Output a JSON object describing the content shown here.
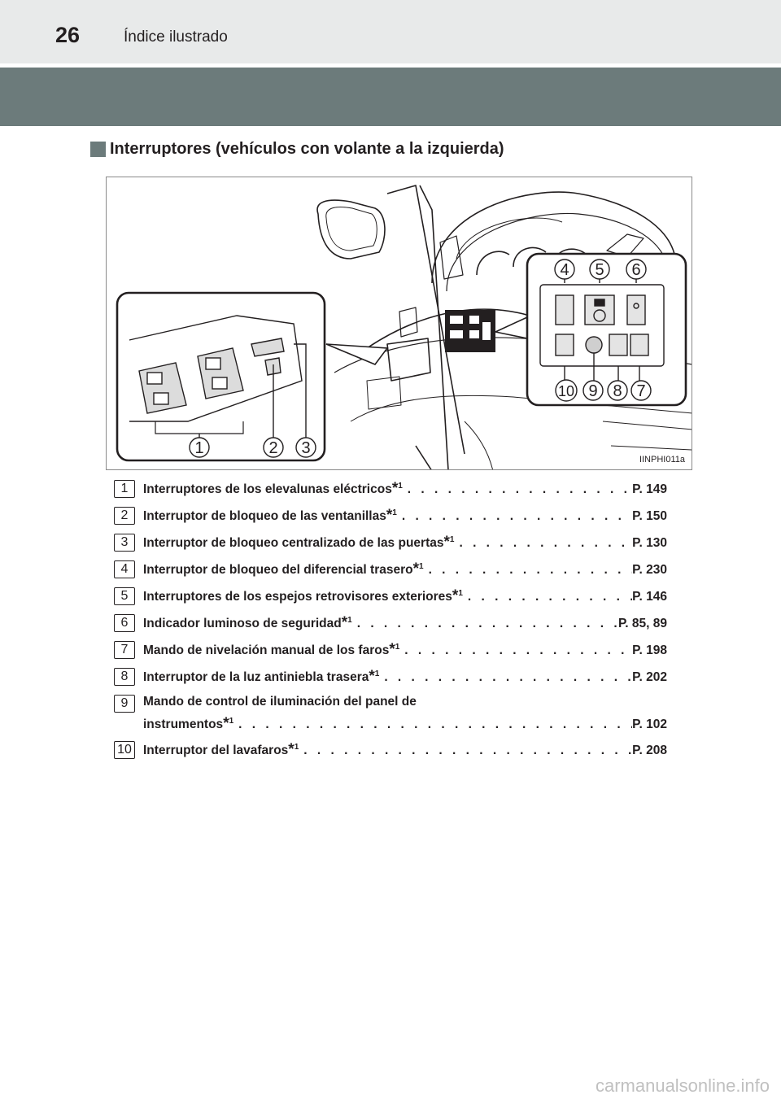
{
  "header": {
    "page_number": "26",
    "running_head": "Índice ilustrado"
  },
  "section": {
    "title": "Interruptores (vehículos con volante a la izquierda)"
  },
  "figure": {
    "code": "IINPHI011a",
    "callouts": [
      "1",
      "2",
      "3",
      "4",
      "5",
      "6",
      "10",
      "9",
      "8",
      "7"
    ]
  },
  "items": [
    {
      "num": "1",
      "label": "Interruptores de los elevalunas eléctricos",
      "star": "*",
      "sup": "1",
      "page": "P. 149"
    },
    {
      "num": "2",
      "label": "Interruptor de bloqueo de las ventanillas",
      "star": "*",
      "sup": "1",
      "page": "P. 150"
    },
    {
      "num": "3",
      "label": "Interruptor de bloqueo centralizado de las puertas",
      "star": "*",
      "sup": "1",
      "page": "P. 130"
    },
    {
      "num": "4",
      "label": "Interruptor de bloqueo del diferencial trasero",
      "star": "*",
      "sup": "1",
      "page": "P. 230"
    },
    {
      "num": "5",
      "label": "Interruptores de los espejos retrovisores exteriores",
      "star": "*",
      "sup": "1",
      "page": "P. 146"
    },
    {
      "num": "6",
      "label": "Indicador luminoso de seguridad",
      "star": "*",
      "sup": "1",
      "page": "P. 85, 89"
    },
    {
      "num": "7",
      "label": "Mando de nivelación manual de los faros",
      "star": "*",
      "sup": "1",
      "page": "P. 198"
    },
    {
      "num": "8",
      "label": "Interruptor de la luz antiniebla trasera",
      "star": "*",
      "sup": "1",
      "page": "P. 202"
    },
    {
      "num": "9",
      "label": "Mando de control de iluminación del panel de",
      "label2": "instrumentos",
      "star": "*",
      "sup": "1",
      "page": "P. 102"
    },
    {
      "num": "10",
      "label": "Interruptor del lavafaros",
      "star": "*",
      "sup": "1",
      "page": "P. 208"
    }
  ],
  "watermark": "carmanualsonline.info"
}
